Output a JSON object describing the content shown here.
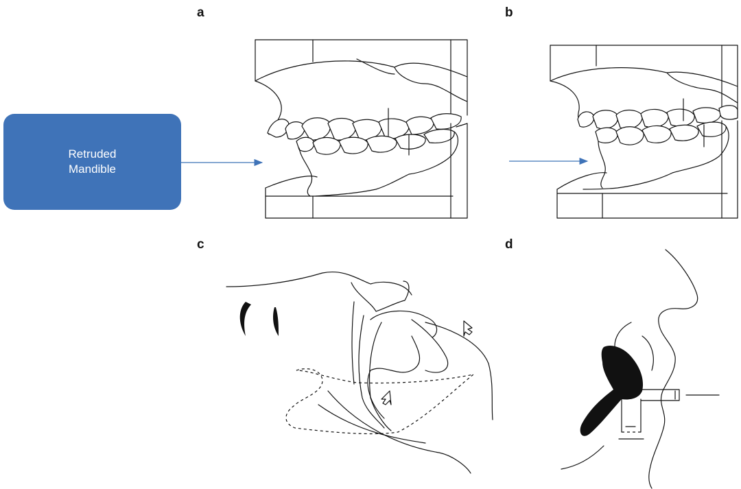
{
  "panels": {
    "a": "a",
    "b": "b",
    "c": "c",
    "d": "d"
  },
  "callout": {
    "line1": "Retruded",
    "line2": "Mandible"
  },
  "colors": {
    "box_fill": "#3f73b8",
    "arrow": "#3f73b8",
    "line": "#111111"
  },
  "icons": {
    "arrow": "right-arrow-icon",
    "small_arrows": "hollow-arrow-icon"
  }
}
